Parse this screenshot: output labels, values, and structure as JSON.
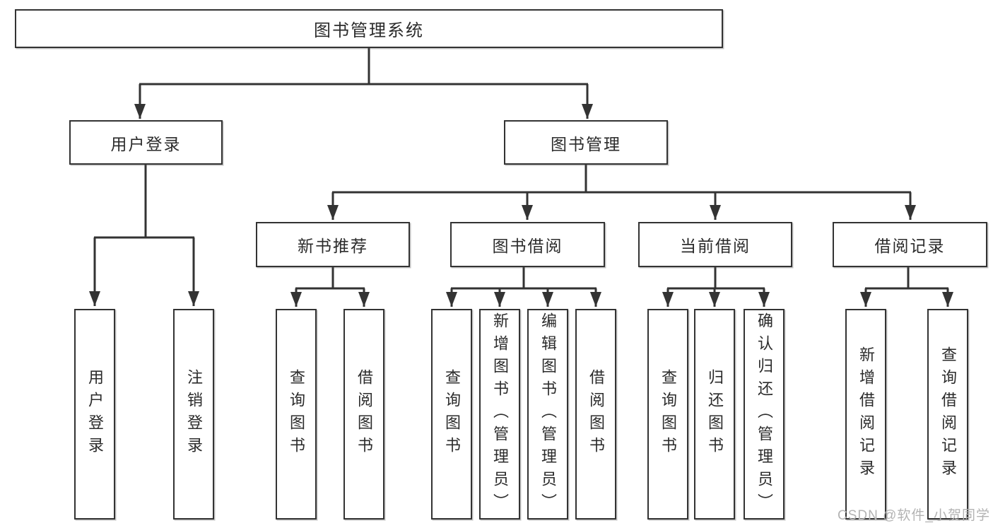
{
  "watermark": {
    "text": "CSDN @软件_小贺同学"
  },
  "colors": {
    "line": "#333333",
    "box_border": "#333333",
    "text": "#2b2b2b",
    "watermark": "#b3b3b3",
    "background": "#ffffff"
  },
  "tree": {
    "root": {
      "label": "图书管理系统",
      "children": [
        {
          "label": "用户登录",
          "children": [
            {
              "label": "用户登录"
            },
            {
              "label": "注销登录"
            }
          ]
        },
        {
          "label": "图书管理",
          "children": [
            {
              "label": "新书推荐",
              "children": [
                {
                  "label": "查询图书"
                },
                {
                  "label": "借阅图书"
                }
              ]
            },
            {
              "label": "图书借阅",
              "children": [
                {
                  "label": "查询图书"
                },
                {
                  "label": "新增图书（管理员）"
                },
                {
                  "label": "编辑图书（管理员）"
                },
                {
                  "label": "借阅图书"
                }
              ]
            },
            {
              "label": "当前借阅",
              "children": [
                {
                  "label": "查询图书"
                },
                {
                  "label": "归还图书"
                },
                {
                  "label": "确认归还（管理员）"
                }
              ]
            },
            {
              "label": "借阅记录",
              "children": [
                {
                  "label": "新增借阅记录"
                },
                {
                  "label": "查询借阅记录"
                }
              ]
            }
          ]
        }
      ]
    }
  }
}
